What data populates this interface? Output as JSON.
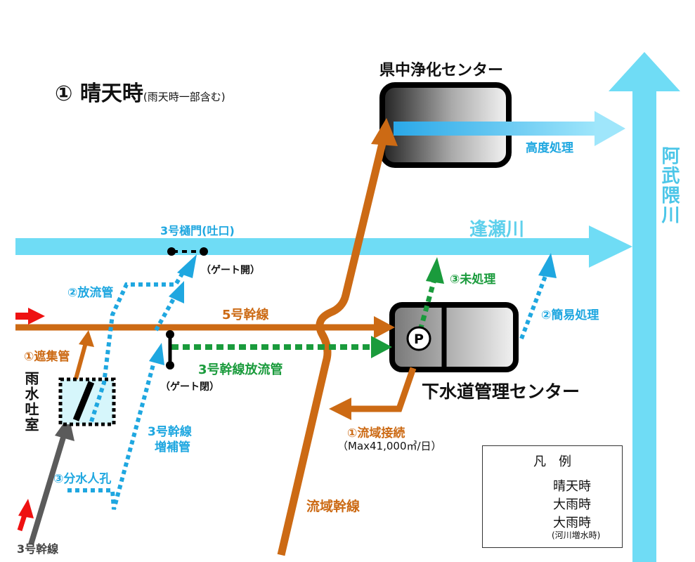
{
  "title": {
    "main": "① 晴天時",
    "sub": "(雨天時一部含む)"
  },
  "facilities": {
    "prefecture_center": "県中浄化センター",
    "sewer_center": "下水道管理センター",
    "pump_symbol": "P",
    "rain_chamber": "雨水吐室"
  },
  "rivers": {
    "oose": "逢瀬川",
    "abukuma": "阿武隈川"
  },
  "labels": {
    "advanced_treatment": "高度処理",
    "gate_no3": "3号樋門(吐口)",
    "gate_open": "（ゲート開）",
    "gate_closed": "（ゲート閉）",
    "discharge_pipe": "②放流管",
    "trunk5": "5号幹線",
    "blocking_pipe": "①遮集管",
    "untreated": "③未処理",
    "simple_treatment": "②簡易処理",
    "trunk5_discharge": "3号幹線放流管",
    "trunk3_aug_1": "3号幹線",
    "trunk3_aug_2": "増補管",
    "regional_connection": "①流域接続",
    "regional_capacity": "（Max41,000㎥/日）",
    "divide_manhole": "③分水人孔",
    "regional_trunk": "流域幹線",
    "trunk3": "3号幹線"
  },
  "legend": {
    "title": "凡　例",
    "items": [
      {
        "label": "晴天時",
        "color": "#cc6a14"
      },
      {
        "label": "大雨時",
        "color": "#1fa7e0"
      },
      {
        "label": "大雨時",
        "color": "#1a9b3c"
      }
    ],
    "note": "(河川増水時)"
  },
  "colors": {
    "brown": "#cc6a14",
    "blue": "#1fa7e0",
    "river": "#6fdcf5",
    "green": "#1a9b3c",
    "red": "#ee1111",
    "gray": "#5b5b5b"
  }
}
